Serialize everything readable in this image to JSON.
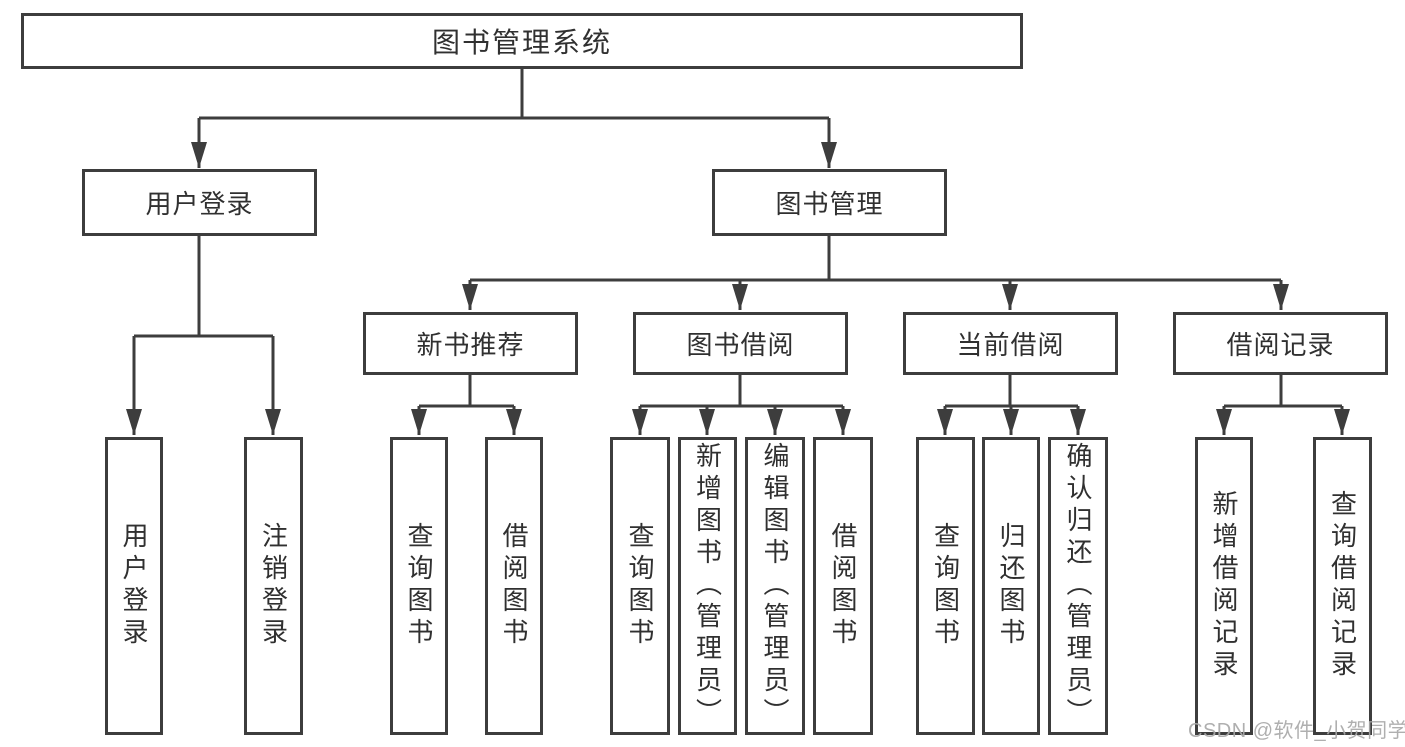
{
  "nodes": {
    "root": "图书管理系统",
    "level2": [
      "用户登录",
      "图书管理"
    ],
    "level3": [
      "新书推荐",
      "图书借阅",
      "当前借阅",
      "借阅记录"
    ],
    "user_login_children": [
      "用户登录",
      "注销登录"
    ],
    "new_book_children": [
      "查询图书",
      "借阅图书"
    ],
    "book_borrow_children": [
      "查询图书",
      "新增图书（管理员）",
      "编辑图书（管理员）",
      "借阅图书"
    ],
    "current_borrow_children": [
      "查询图书",
      "归还图书",
      "确认归还（管理员）"
    ],
    "borrow_record_children": [
      "新增借阅记录",
      "查询借阅记录"
    ]
  },
  "watermark": {
    "text": "CSDN @软件_小贺同学"
  },
  "colors": {
    "line": "#3d3d3d",
    "text": "#303030",
    "background": "#ffffff",
    "watermark": "#a8a8a8"
  }
}
